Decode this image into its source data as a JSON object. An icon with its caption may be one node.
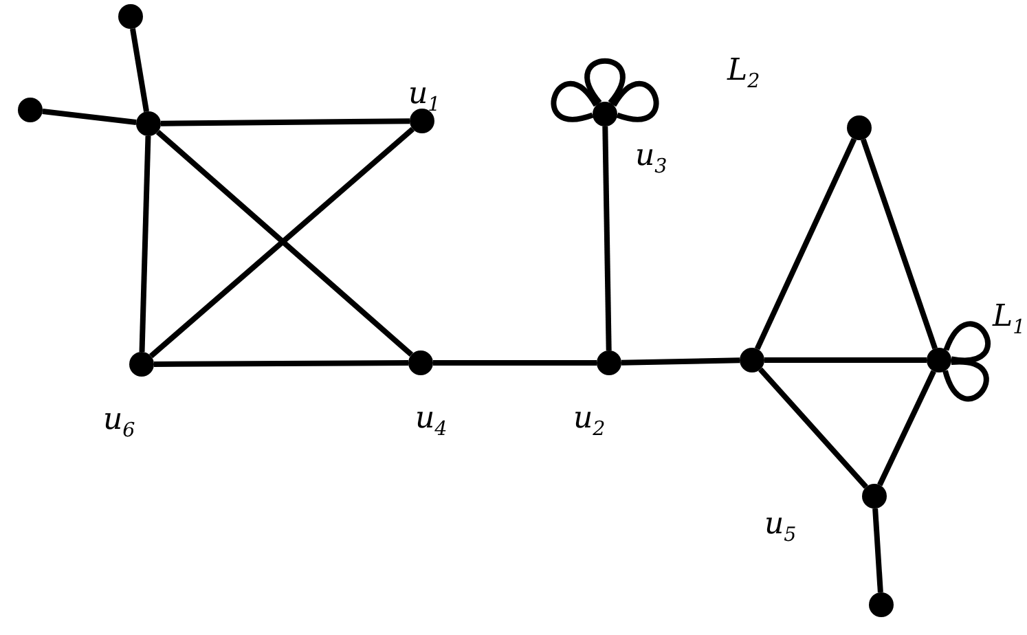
{
  "diagram": {
    "nodes": [
      {
        "text": [],
        "shape": "circle"
      },
      {
        "text": [],
        "shape": "circle"
      },
      {
        "text": [],
        "shape": "circle"
      },
      {
        "text": [],
        "shape": "circle",
        "beside": [
          "u$_{1}$"
        ]
      },
      {
        "text": [],
        "shape": "circle",
        "beside": [
          "u$_{3}$"
        ]
      },
      {
        "text": [],
        "shape": "circle"
      },
      {
        "text": [],
        "shape": "circle",
        "beside": [
          "u$_{6}$"
        ]
      },
      {
        "text": [],
        "shape": "circle",
        "beside": [
          "u$_{4}$"
        ]
      },
      {
        "text": [],
        "shape": "circle",
        "beside": [
          "u$_{2}$"
        ]
      },
      {
        "text": [],
        "shape": "circle"
      },
      {
        "text": [],
        "shape": "circle"
      },
      {
        "text": [],
        "shape": "circle",
        "beside": [
          "u$_{5}$"
        ]
      },
      {
        "text": [],
        "shape": "circle"
      }
    ],
    "edges": [
      {
        "from": 2,
        "to": 0,
        "arrow": "none"
      },
      {
        "from": 2,
        "to": 1,
        "arrow": "none"
      },
      {
        "from": 2,
        "to": 3,
        "arrow": "none"
      },
      {
        "from": 2,
        "to": 6,
        "arrow": "none"
      },
      {
        "from": 2,
        "to": 7,
        "arrow": "none"
      },
      {
        "from": 3,
        "to": 6,
        "arrow": "none"
      },
      {
        "from": 6,
        "to": 7,
        "arrow": "none"
      },
      {
        "from": 7,
        "to": 8,
        "arrow": "none"
      },
      {
        "from": 8,
        "to": 4,
        "arrow": "none"
      },
      {
        "from": 8,
        "to": 9,
        "arrow": "none"
      },
      {
        "from": 9,
        "to": 5,
        "arrow": "none"
      },
      {
        "from": 5,
        "to": 10,
        "arrow": "none"
      },
      {
        "from": 9,
        "to": 10,
        "arrow": "none"
      },
      {
        "from": 9,
        "to": 11,
        "arrow": "none"
      },
      {
        "from": 10,
        "to": 11,
        "arrow": "none"
      },
      {
        "from": 11,
        "to": 12,
        "arrow": "none"
      },
      {
        "from": 4,
        "to": 4,
        "arrow": "none"
      },
      {
        "from": 4,
        "to": 4,
        "arrow": "none"
      },
      {
        "from": 4,
        "to": 4,
        "arrow": "none",
        "label": "L$_{2}$"
      },
      {
        "from": 10,
        "to": 10,
        "arrow": "none",
        "label": "L$_{1}$"
      },
      {
        "from": 10,
        "to": 10,
        "arrow": "none"
      }
    ]
  }
}
